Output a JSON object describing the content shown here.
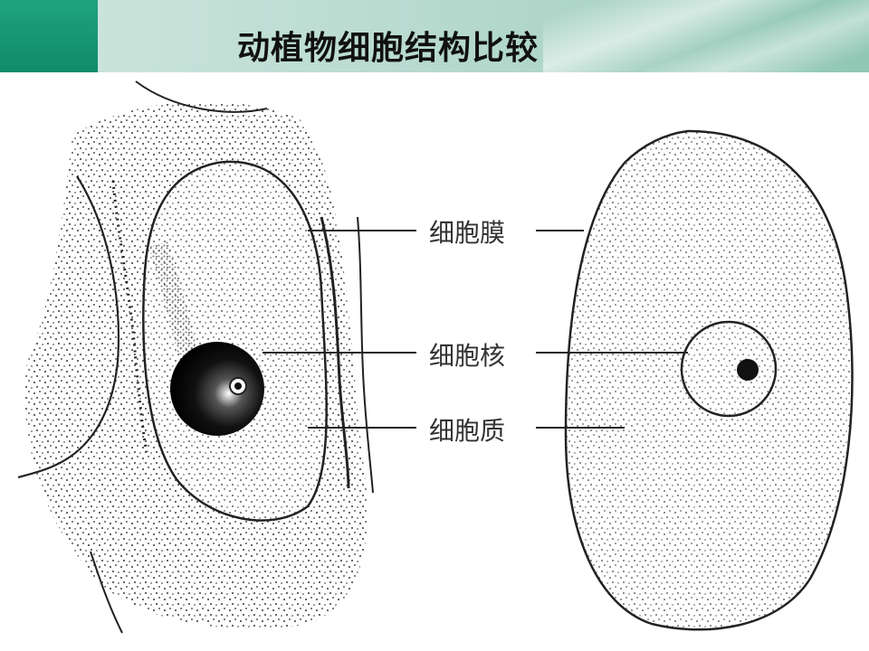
{
  "slide": {
    "title": "动植物细胞结构比较"
  },
  "labels": {
    "membrane": "细胞膜",
    "nucleus": "细胞核",
    "cytoplasm": "细胞质"
  },
  "colors": {
    "header_band": "#bcdcd2",
    "accent": "#0f8b69",
    "ink": "#222222"
  }
}
